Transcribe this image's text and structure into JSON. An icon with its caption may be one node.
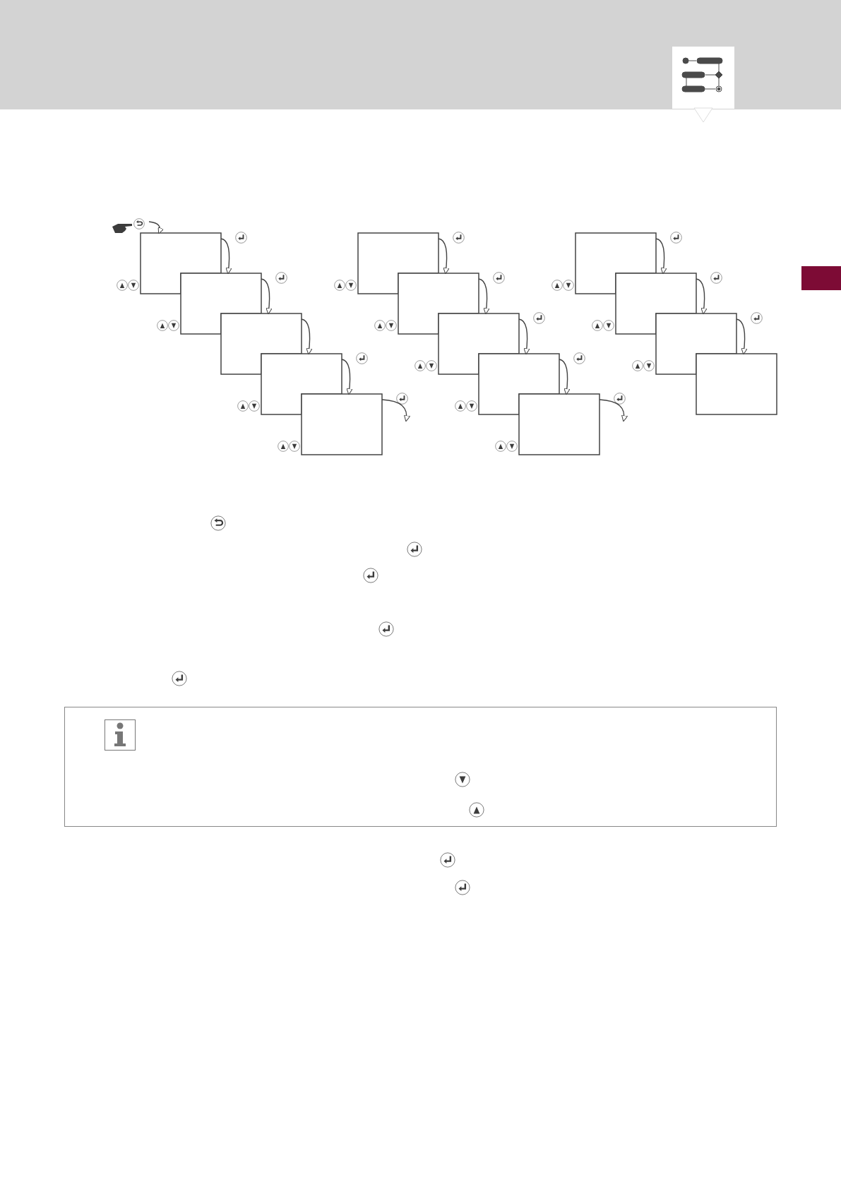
{
  "diagram": {
    "nodes": [
      {
        "text": [],
        "shape": "box"
      },
      {
        "text": [],
        "shape": "box"
      },
      {
        "text": [],
        "shape": "box"
      },
      {
        "text": [],
        "shape": "box"
      },
      {
        "text": [],
        "shape": "box"
      },
      {
        "text": [],
        "shape": "box"
      },
      {
        "text": [],
        "shape": "box"
      },
      {
        "text": [],
        "shape": "box"
      },
      {
        "text": [],
        "shape": "box"
      },
      {
        "text": [],
        "shape": "box"
      },
      {
        "text": [],
        "shape": "box"
      },
      {
        "text": [],
        "shape": "box"
      },
      {
        "text": [],
        "shape": "box"
      },
      {
        "text": [],
        "shape": "box"
      }
    ],
    "edges": [
      {
        "from": null,
        "to": 0,
        "arrow": "to"
      },
      {
        "from": 0,
        "to": 1,
        "arrow": "to"
      },
      {
        "from": 1,
        "to": 2,
        "arrow": "to"
      },
      {
        "from": 2,
        "to": 3,
        "arrow": "to"
      },
      {
        "from": 3,
        "to": 4,
        "arrow": "to"
      },
      {
        "from": 4,
        "to": null,
        "arrow": "to"
      },
      {
        "from": 5,
        "to": 6,
        "arrow": "to"
      },
      {
        "from": 6,
        "to": 7,
        "arrow": "to"
      },
      {
        "from": 7,
        "to": 8,
        "arrow": "to"
      },
      {
        "from": 8,
        "to": 9,
        "arrow": "to"
      },
      {
        "from": 9,
        "to": null,
        "arrow": "to"
      },
      {
        "from": 10,
        "to": 11,
        "arrow": "to"
      },
      {
        "from": 11,
        "to": 12,
        "arrow": "to"
      },
      {
        "from": 12,
        "to": 13,
        "arrow": "to"
      }
    ]
  }
}
